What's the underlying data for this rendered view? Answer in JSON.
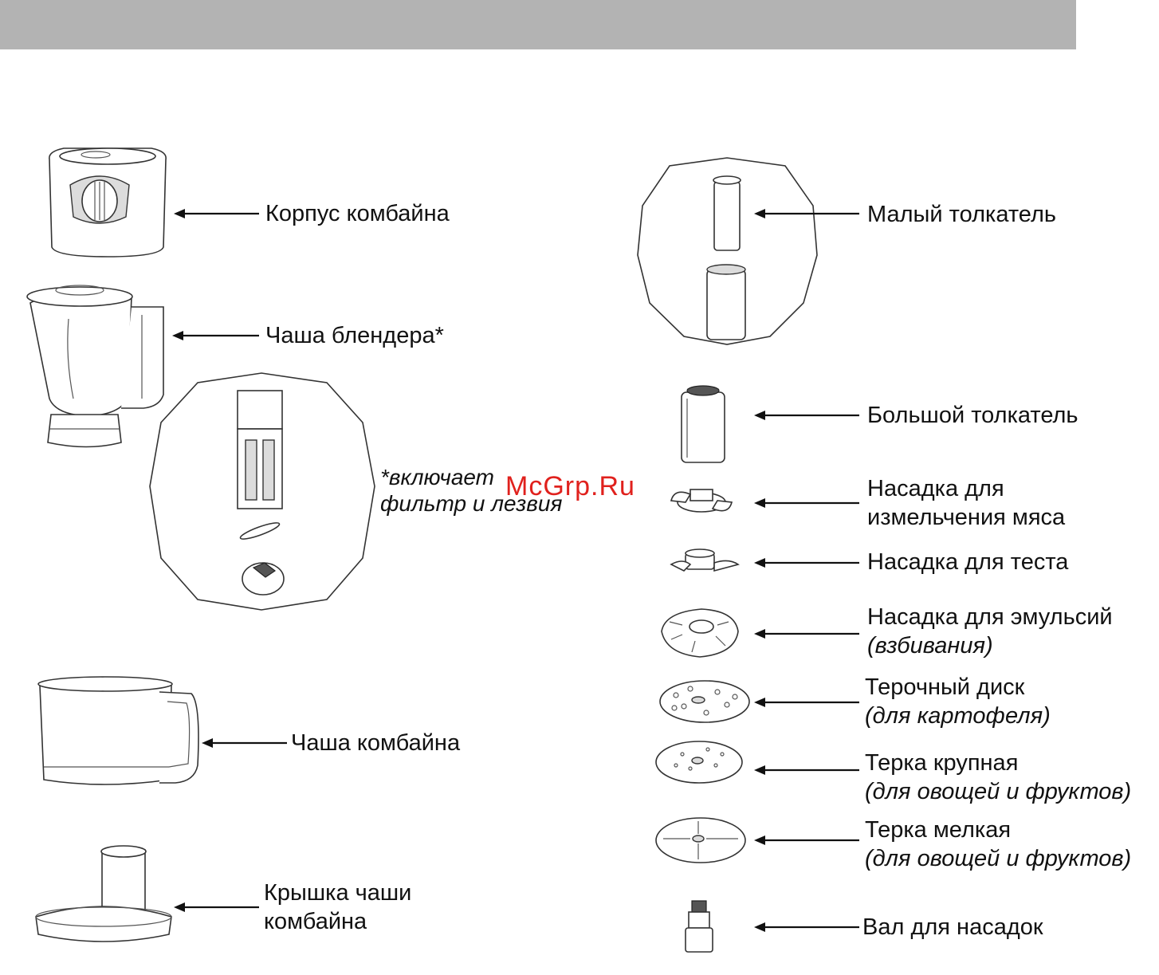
{
  "watermark": "McGrp.Ru",
  "note": {
    "line1": "*включает",
    "line2": "фильтр и лезвия"
  },
  "parts": {
    "motor_base": "Корпус комбайна",
    "blender_jug": "Чаша блендера*",
    "processor_bowl": "Чаша комбайна",
    "bowl_lid": {
      "line1": "Крышка чаши",
      "line2": "комбайна"
    },
    "small_pusher": "Малый толкатель",
    "large_pusher": "Большой толкатель",
    "mincing_blade": {
      "line1": "Насадка для",
      "line2": "измельчения мяса"
    },
    "dough_blade": "Насадка для теста",
    "emulsifying_disc": {
      "line1": "Насадка для эмульсий",
      "line2": "(взбивания)"
    },
    "grating_disc": {
      "line1": "Терочный диск",
      "line2": "(для картофеля)"
    },
    "coarse_grater": {
      "line1": "Терка крупная",
      "line2": "(для овощей и фруктов)"
    },
    "fine_grater": {
      "line1": "Терка мелкая",
      "line2": "(для овощей и фруктов)"
    },
    "drive_shaft": "Вал для насадок"
  }
}
